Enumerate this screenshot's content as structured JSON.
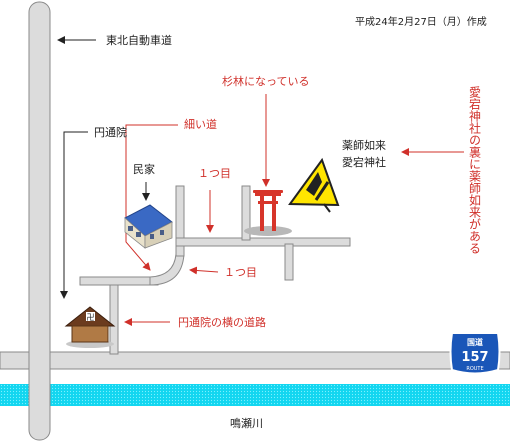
{
  "map": {
    "date_label": "平成24年2月27日（月）作成",
    "labels": {
      "expressway": "東北自動車道",
      "cedar_grove": "杉林になっている",
      "narrow_road": "細い道",
      "entsuin": "円通院",
      "minka": "民家",
      "first_left": "１つ目",
      "first_bottom": "１つ目",
      "yakushi_line1": "薬師如来",
      "yakushi_line2": "愛宕神社",
      "behind_note": "愛宕神社の裏に薬師如来がある",
      "side_road": "円通院の横の道路",
      "river": "鳴瀬川"
    },
    "route_sign": {
      "top": "国道",
      "number": "157",
      "bottom": "ROUTE"
    },
    "colors": {
      "road_fill": "#dcdcdc",
      "road_edge": "#8a8a8a",
      "river": "#12d6f0",
      "annotation_red": "#d0302a",
      "torii_red": "#d7352a",
      "sign_yellow": "#ffe500",
      "route_blue": "#1a56b8"
    }
  }
}
